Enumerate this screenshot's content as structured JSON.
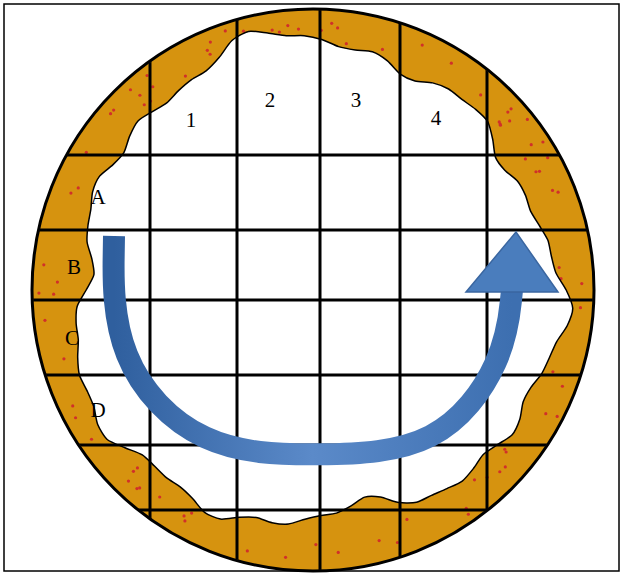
{
  "diagram": {
    "labels": [
      "1",
      "2",
      "3",
      "4",
      "A",
      "B",
      "C",
      "D"
    ]
  }
}
